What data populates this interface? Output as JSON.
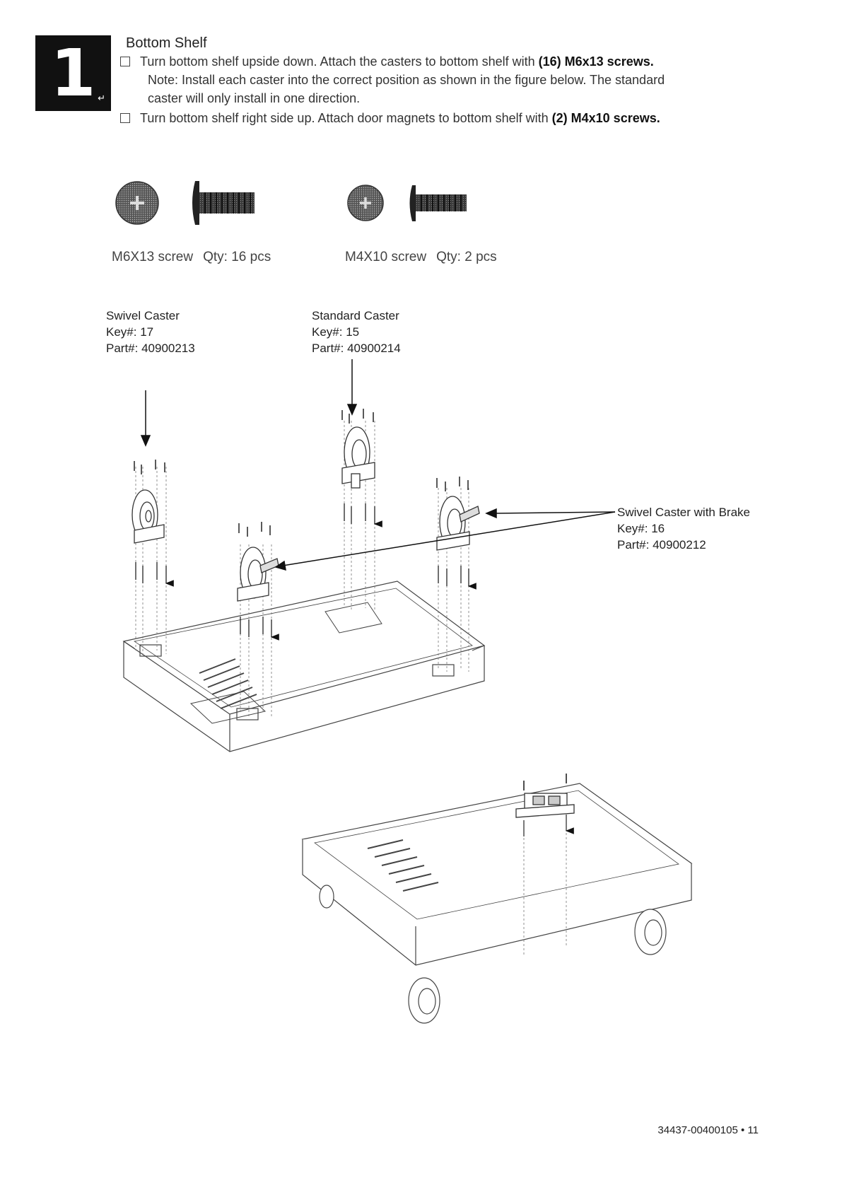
{
  "step": {
    "number": "1",
    "enter_mark": "↵"
  },
  "heading": "Bottom Shelf",
  "instructions": [
    {
      "pre": "Turn bottom shelf upside down. Attach the casters to bottom shelf with ",
      "bold": "(16) M6x13 screws."
    },
    {
      "pre": "Turn bottom shelf right side up. Attach door magnets to bottom shelf with ",
      "bold": "(2) M4x10 screws."
    }
  ],
  "note_lines": [
    "Note: Install each caster into the correct position as shown in the figure below. The standard",
    "caster will only install in one direction."
  ],
  "hardware": [
    {
      "name": "M6X13 screw",
      "qty": "Qty: 16 pcs"
    },
    {
      "name": "M4X10 screw",
      "qty": "Qty: 2 pcs"
    }
  ],
  "casters": [
    {
      "name": "Swivel Caster",
      "key": "Key#: 17",
      "part": "Part#: 40900213"
    },
    {
      "name": "Standard Caster",
      "key": "Key#: 15",
      "part": "Part#: 40900214"
    },
    {
      "name": "Swivel Caster with Brake",
      "key": "Key#: 16",
      "part": "Part#: 40900212"
    }
  ],
  "footer": "34437-00400105 • 11"
}
